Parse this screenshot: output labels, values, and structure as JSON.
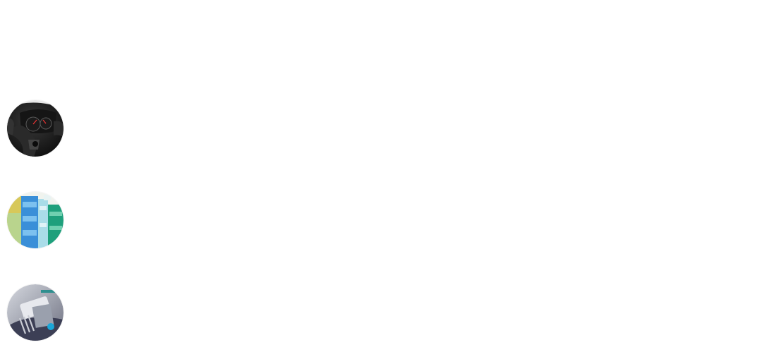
{
  "items": [
    {
      "image": "car-dashboard-image"
    },
    {
      "image": "plastic-bottles-image"
    },
    {
      "image": "metal-machinery-image"
    }
  ]
}
